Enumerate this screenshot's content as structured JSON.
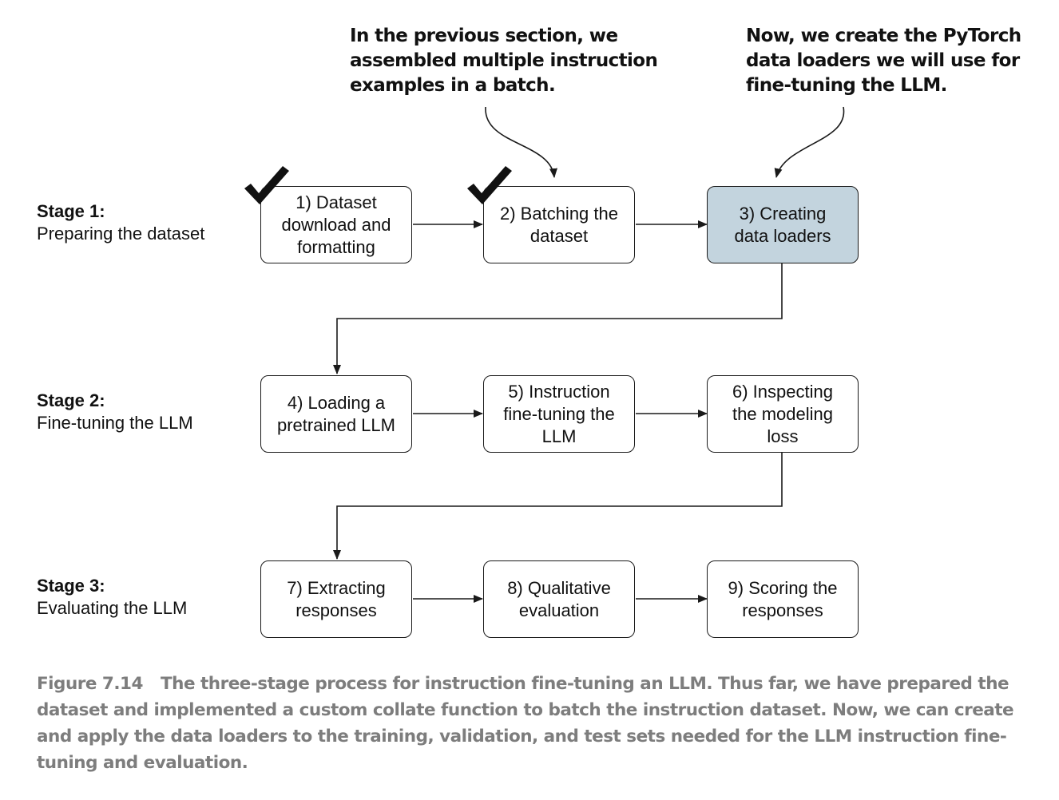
{
  "annotations": {
    "left": "In the previous section, we\nassembled multiple instruction\nexamples in a batch.",
    "right": "Now, we create the PyTorch\ndata loaders we will use for\nfine-tuning the LLM."
  },
  "stages": [
    {
      "title": "Stage 1:",
      "description": "Preparing the dataset"
    },
    {
      "title": "Stage 2:",
      "description": "Fine-tuning the LLM"
    },
    {
      "title": "Stage 3:",
      "description": "Evaluating the LLM"
    }
  ],
  "steps": [
    {
      "label": "1) Dataset\ndownload and\nformatting",
      "completed": true,
      "highlighted": false
    },
    {
      "label": "2) Batching the\ndataset",
      "completed": true,
      "highlighted": false
    },
    {
      "label": "3) Creating\ndata loaders",
      "completed": false,
      "highlighted": true
    },
    {
      "label": "4) Loading a\npretrained LLM",
      "completed": false,
      "highlighted": false
    },
    {
      "label": "5) Instruction\nfine-tuning the\nLLM",
      "completed": false,
      "highlighted": false
    },
    {
      "label": "6) Inspecting\nthe modeling\nloss",
      "completed": false,
      "highlighted": false
    },
    {
      "label": "7) Extracting\nresponses",
      "completed": false,
      "highlighted": false
    },
    {
      "label": "8) Qualitative\nevaluation",
      "completed": false,
      "highlighted": false
    },
    {
      "label": "9) Scoring the\nresponses",
      "completed": false,
      "highlighted": false
    }
  ],
  "caption": {
    "label": "Figure 7.14",
    "text": "The three-stage process for instruction fine-tuning an LLM. Thus far, we have prepared the dataset and implemented a custom collate function to batch the instruction dataset. Now, we can create and apply the data loaders to the training, validation, and test sets needed for the LLM instruction fine-tuning and evaluation."
  },
  "colors": {
    "highlight_fill": "#c3d4de",
    "caption_text": "#7d7d7d",
    "line": "#1a1a1a"
  },
  "icons": {
    "completed_marker": "checkmark-icon"
  }
}
